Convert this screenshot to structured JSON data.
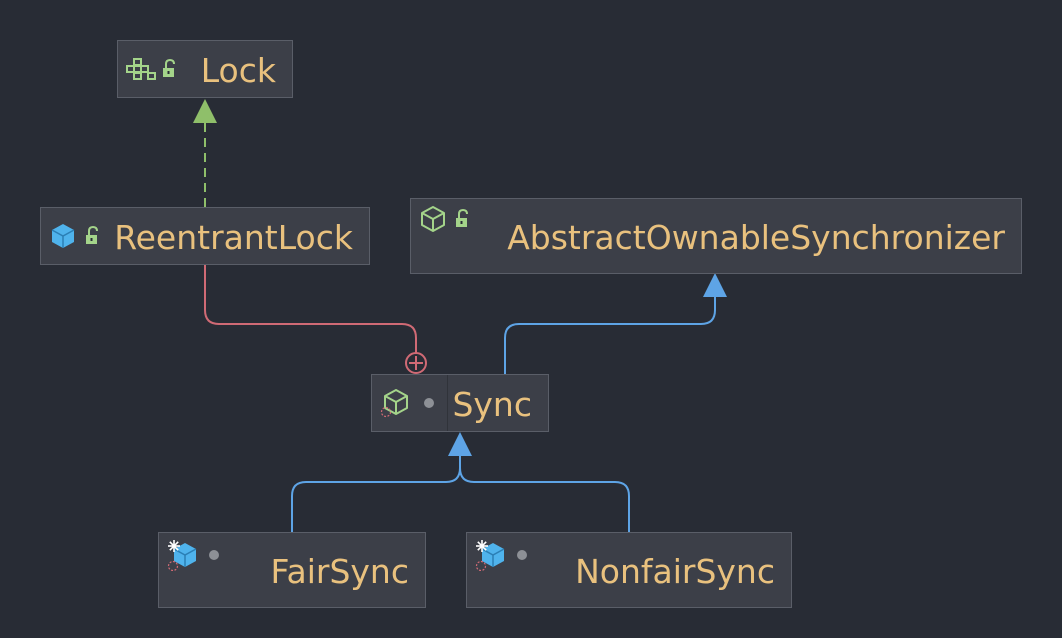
{
  "diagram": {
    "nodes": [
      {
        "id": "lock",
        "label": "Lock",
        "kind": "interface",
        "visibility": "public"
      },
      {
        "id": "reentrant-lock",
        "label": "ReentrantLock",
        "kind": "class",
        "visibility": "public"
      },
      {
        "id": "aos",
        "label": "AbstractOwnableSynchronizer",
        "kind": "abstract-class",
        "visibility": "public"
      },
      {
        "id": "sync",
        "label": "Sync",
        "kind": "abstract-class",
        "visibility": "package-private",
        "modifier": "static"
      },
      {
        "id": "fair-sync",
        "label": "FairSync",
        "kind": "class",
        "visibility": "package-private",
        "modifier": "static final"
      },
      {
        "id": "nonfair-sync",
        "label": "NonfairSync",
        "kind": "class",
        "visibility": "package-private",
        "modifier": "static final"
      }
    ],
    "edges": [
      {
        "from": "reentrant-lock",
        "to": "lock",
        "type": "implements",
        "style": "dashed",
        "color": "#8fbf6a"
      },
      {
        "from": "reentrant-lock",
        "to": "sync",
        "type": "nested",
        "style": "solid",
        "color": "#d06a75"
      },
      {
        "from": "sync",
        "to": "aos",
        "type": "extends",
        "style": "solid",
        "color": "#5ea4e6"
      },
      {
        "from": "fair-sync",
        "to": "sync",
        "type": "extends",
        "style": "solid",
        "color": "#5ea4e6"
      },
      {
        "from": "nonfair-sync",
        "to": "sync",
        "type": "extends",
        "style": "solid",
        "color": "#5ea4e6"
      }
    ]
  },
  "colors": {
    "background": "#282c35",
    "node_fill": "#3c3f48",
    "node_border": "#5a5e68",
    "label": "#e9c17e",
    "interface_icon": "#a4d48a",
    "class_icon": "#4fb3ec",
    "nested_marker": "#d06a75"
  }
}
